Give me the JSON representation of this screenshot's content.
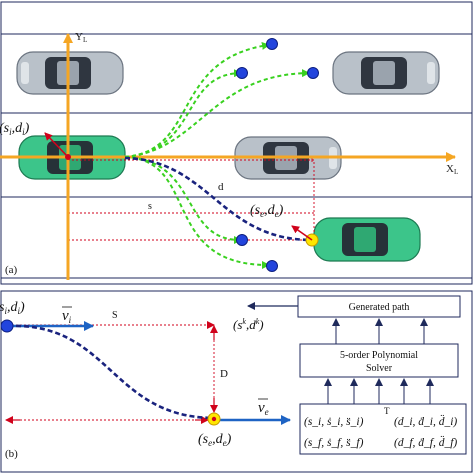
{
  "panel_a": {
    "label": "(a)",
    "axis_y": "Y",
    "axis_y_sub": "L",
    "axis_x": "X",
    "axis_x_sub": "L",
    "start_state": "(s",
    "start_state_sub": "i",
    "start_state_mid": ",d",
    "start_state_tail": ")",
    "end_state": "(s",
    "end_state_sub": "e",
    "end_state_mid": ",d",
    "end_state_tail": ")",
    "dist_s": "s",
    "dist_d": "d"
  },
  "panel_b": {
    "label": "(b)",
    "start_state": "s",
    "start_state_sub": "i",
    "start_state_mid": ",d",
    "start_state_tail": ")",
    "velocity_i": "v",
    "velocity_i_sub": "i",
    "velocity_e": "v",
    "velocity_e_sub": "e",
    "dist_S": "S",
    "dist_D": "D",
    "end_state": "(s",
    "end_state_sub": "e",
    "end_state_mid": ",d",
    "end_state_tail": ")",
    "output_state": "(s",
    "output_state_sup": "k",
    "output_state_mid": ",d",
    "output_state_tail": ")",
    "box_generated": "Generated path",
    "box_solver_line1": "5-order Polynomial",
    "box_solver_line2": "Solver",
    "time_label": "T",
    "inputs": {
      "init_s": "(s_i, ṡ_i, s̈_i)",
      "init_d": "(d_i, ḋ_i, d̈_i)",
      "final_s": "(s_f, ṡ_f, s̈_f)",
      "final_d": "(d_f, ḋ_f, d̈_f)"
    }
  },
  "colors": {
    "axis_orange": "#f5a623",
    "path_green": "#39d11f",
    "path_navy": "#1a237e",
    "target_blue": "#2244dd",
    "ego_green": "#3cc58a",
    "ref_red": "#d0021b",
    "box_navy": "#1f2a5c",
    "car_grey": "#9aa3ad"
  }
}
